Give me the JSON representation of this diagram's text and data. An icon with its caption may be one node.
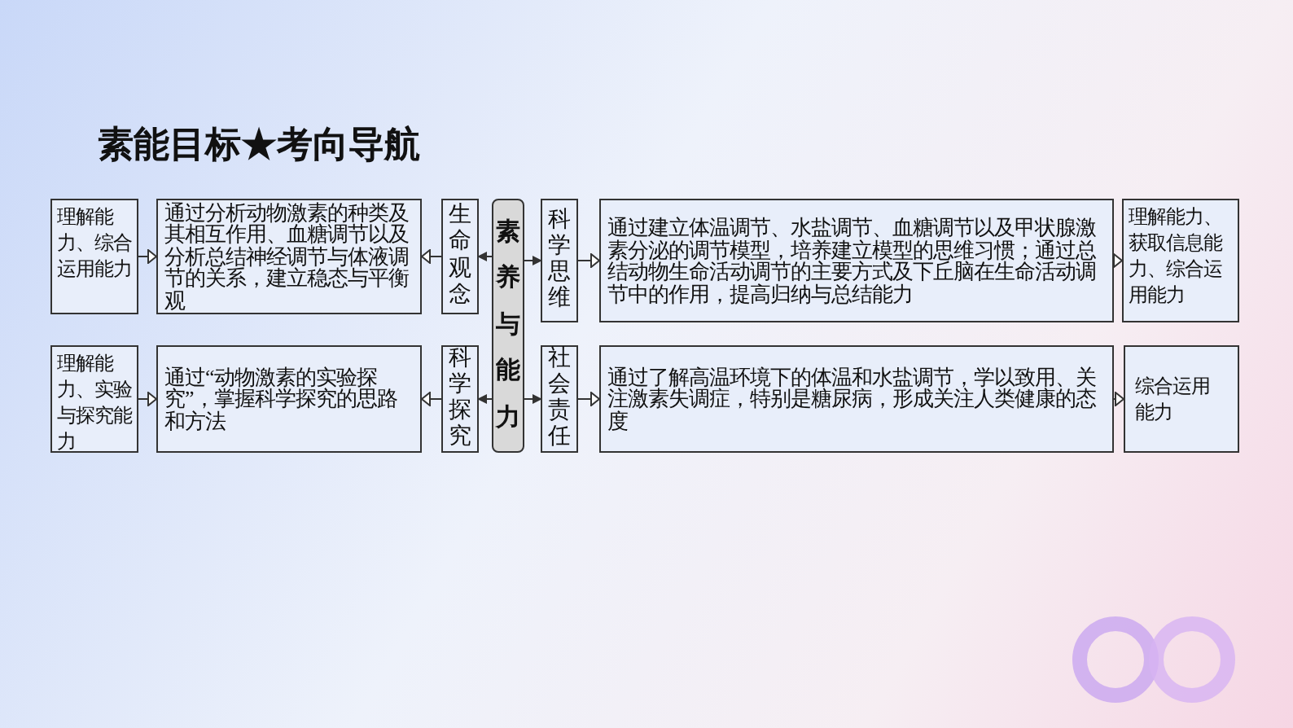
{
  "diagram": {
    "title": "素能目标★考向导航",
    "nodes": [
      {
        "text": [
          "理解能力、综合运用能力"
        ]
      },
      {
        "text": [
          "通过分析动物激素的种类及其相互作用、血糖调节以及分析总结神经调节与体液调节的关系，建立稳态与平衡观"
        ]
      },
      {
        "text": [
          "生命观念"
        ]
      },
      {
        "text": [
          "素养与能力"
        ]
      },
      {
        "text": [
          "科学思维"
        ]
      },
      {
        "text": [
          "通过建立体温调节、水盐调节、血糖调节以及甲状腺激素分泌的调节模型，培养建立模型的思维习惯；通过总结动物生命活动调节的主要方式及下丘脑在生命活动调节中的作用，提高归纳与总结能力"
        ]
      },
      {
        "text": [
          "理解能力、获取信息能力、综合运用能力"
        ]
      },
      {
        "text": [
          "理解能力、实验与探究能力"
        ]
      },
      {
        "text": [
          "通过“动物激素的实验探究”，掌握科学探究的思路和方法"
        ]
      },
      {
        "text": [
          "科学探究"
        ]
      },
      {
        "text": [
          "社会责任"
        ]
      },
      {
        "text": [
          "通过了解高温环境下的体温和水盐调节，学以致用、关注激素失调症，特别是糖尿病，形成关注人类健康的态度"
        ]
      },
      {
        "text": [
          "综合运用能力"
        ]
      }
    ],
    "edges": [
      {
        "from": 0,
        "to": 1,
        "arrow": "to"
      },
      {
        "from": 2,
        "to": 1,
        "arrow": "to"
      },
      {
        "from": 3,
        "to": 2,
        "arrow": "to"
      },
      {
        "from": 3,
        "to": 4,
        "arrow": "to"
      },
      {
        "from": 4,
        "to": 5,
        "arrow": "to"
      },
      {
        "from": 5,
        "to": 6,
        "arrow": "to"
      },
      {
        "from": 7,
        "to": 8,
        "arrow": "to"
      },
      {
        "from": 9,
        "to": 8,
        "arrow": "to"
      },
      {
        "from": 3,
        "to": 9,
        "arrow": "to"
      },
      {
        "from": 3,
        "to": 10,
        "arrow": "to"
      },
      {
        "from": 10,
        "to": 11,
        "arrow": "to"
      },
      {
        "from": 11,
        "to": 12,
        "arrow": "to"
      }
    ]
  }
}
